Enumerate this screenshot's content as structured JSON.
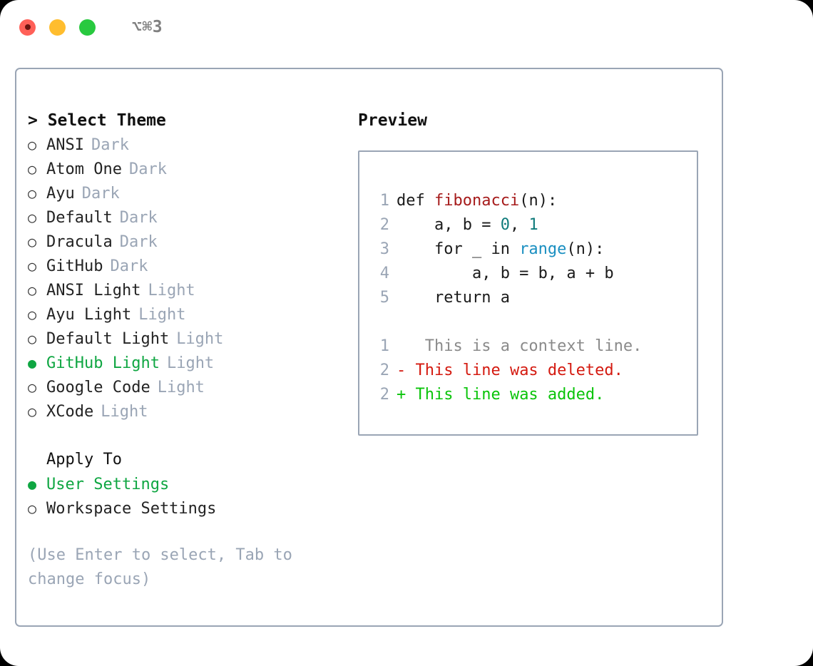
{
  "window": {
    "shortcut": "⌥⌘3",
    "traffic_lights": [
      "close-red",
      "minimize-yellow",
      "maximize-green"
    ]
  },
  "left": {
    "header": "> Select Theme",
    "themes": [
      {
        "marker": "○",
        "name": "ANSI",
        "tag": "Dark",
        "selected": false
      },
      {
        "marker": "○",
        "name": "Atom One",
        "tag": "Dark",
        "selected": false
      },
      {
        "marker": "○",
        "name": "Ayu",
        "tag": "Dark",
        "selected": false
      },
      {
        "marker": "○",
        "name": "Default",
        "tag": "Dark",
        "selected": false
      },
      {
        "marker": "○",
        "name": "Dracula",
        "tag": "Dark",
        "selected": false
      },
      {
        "marker": "○",
        "name": "GitHub",
        "tag": "Dark",
        "selected": false
      },
      {
        "marker": "○",
        "name": "ANSI Light",
        "tag": "Light",
        "selected": false
      },
      {
        "marker": "○",
        "name": "Ayu Light",
        "tag": "Light",
        "selected": false
      },
      {
        "marker": "○",
        "name": "Default Light",
        "tag": "Light",
        "selected": false
      },
      {
        "marker": "●",
        "name": "GitHub Light",
        "tag": "Light",
        "selected": true
      },
      {
        "marker": "○",
        "name": "Google Code",
        "tag": "Light",
        "selected": false
      },
      {
        "marker": "○",
        "name": "XCode",
        "tag": "Light",
        "selected": false
      }
    ],
    "apply_to_header": "Apply To",
    "apply_to": [
      {
        "marker": "●",
        "name": "User Settings",
        "selected": true
      },
      {
        "marker": "○",
        "name": "Workspace Settings",
        "selected": false
      }
    ],
    "hint": "(Use Enter to select, Tab to change focus)"
  },
  "right": {
    "title": "Preview",
    "code_lines": [
      {
        "num": "1",
        "parts": [
          {
            "t": "def ",
            "c": "code-text"
          },
          {
            "t": "fibonacci",
            "c": "tok-fn"
          },
          {
            "t": "(n):",
            "c": "code-text"
          }
        ]
      },
      {
        "num": "2",
        "parts": [
          {
            "t": "    a, b = ",
            "c": "code-text"
          },
          {
            "t": "0",
            "c": "tok-num"
          },
          {
            "t": ", ",
            "c": "code-text"
          },
          {
            "t": "1",
            "c": "tok-num"
          }
        ]
      },
      {
        "num": "3",
        "parts": [
          {
            "t": "    for _ in ",
            "c": "code-text"
          },
          {
            "t": "range",
            "c": "tok-call"
          },
          {
            "t": "(n):",
            "c": "code-text"
          }
        ]
      },
      {
        "num": "4",
        "parts": [
          {
            "t": "        a, b = b, a + b",
            "c": "code-text"
          }
        ]
      },
      {
        "num": "5",
        "parts": [
          {
            "t": "    return a",
            "c": "code-text"
          }
        ]
      }
    ],
    "diff_lines": [
      {
        "num": "1",
        "sign": " ",
        "text": "  This is a context line.",
        "kind": "diff-ctx"
      },
      {
        "num": "2",
        "sign": "-",
        "text": " This line was deleted.",
        "kind": "diff-del"
      },
      {
        "num": "2",
        "sign": "+",
        "text": " This line was added.",
        "kind": "diff-add"
      }
    ]
  },
  "colors": {
    "accent_green": "#0fa642",
    "diff_add_green": "#0ac40a",
    "diff_del_red": "#d41a10",
    "muted_gray": "#9aa5b5",
    "border": "#9aa5b5",
    "fn_red": "#a61b1b",
    "num_teal": "#0f7b7b",
    "call_blue": "#1a8fc1"
  }
}
